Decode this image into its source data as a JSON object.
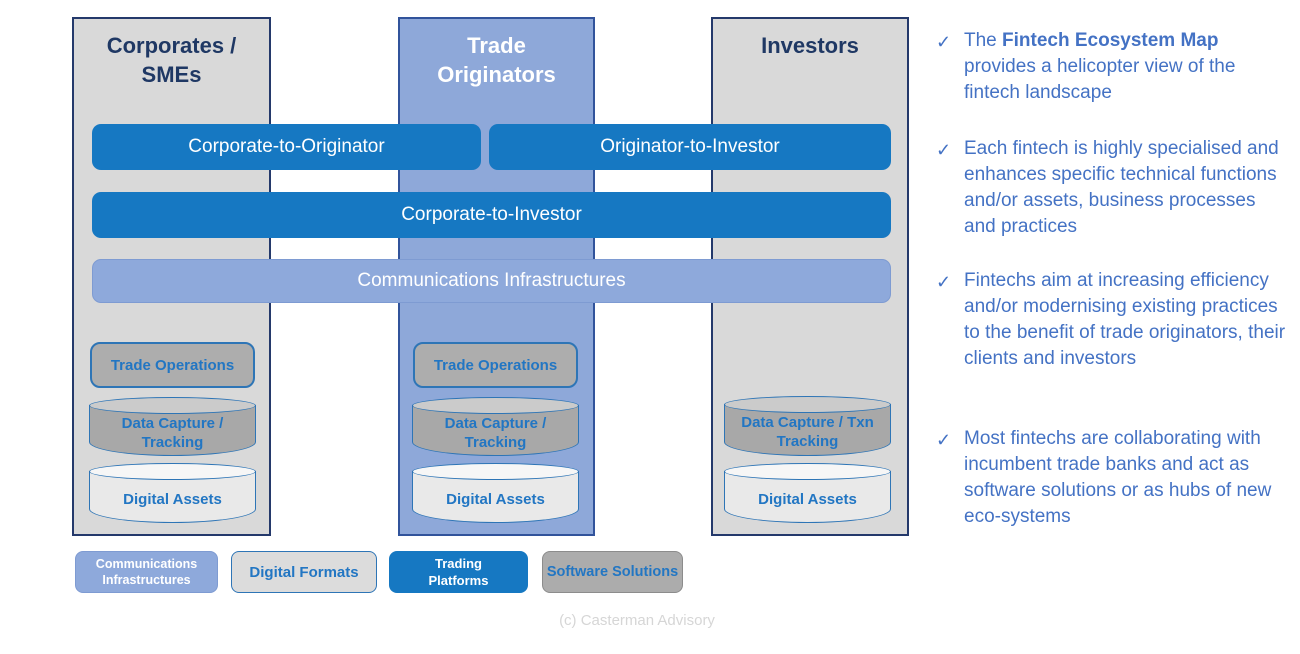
{
  "colors": {
    "dark_blue": "#1678C2",
    "light_blue": "#8EA9DB",
    "column_gray": "#D9D9D9",
    "box_gray": "#ADADAD",
    "navy_text": "#1F3864",
    "blue_text": "#2276C3",
    "bullet_blue": "#4472C4"
  },
  "diagram": {
    "columns": [
      {
        "title": "Corporates / SMEs"
      },
      {
        "title": "Trade Originators"
      },
      {
        "title": "Investors"
      }
    ],
    "bars": [
      {
        "label": "Corporate-to-Originator"
      },
      {
        "label": "Originator-to-Investor"
      },
      {
        "label": "Corporate-to-Investor"
      },
      {
        "label": "Communications Infrastructures"
      }
    ],
    "column_items": {
      "corporates": [
        "Trade Operations",
        "Data Capture / Tracking",
        "Digital Assets"
      ],
      "originators": [
        "Trade Operations",
        "Data Capture / Tracking",
        "Digital Assets"
      ],
      "investors": [
        "Data Capture / Txn Tracking",
        "Digital Assets"
      ]
    }
  },
  "legend": [
    {
      "label": "Communications Infrastructures"
    },
    {
      "label": "Digital Formats"
    },
    {
      "label": "Trading Platforms"
    },
    {
      "label": "Software Solutions"
    }
  ],
  "sidebar": {
    "check_glyph": "✓",
    "bullets": [
      {
        "prefix": "The ",
        "bold": "Fintech Ecosystem Map",
        "rest": " provides a helicopter view of the fintech landscape"
      },
      {
        "text": "Each fintech is highly specialised and enhances specific technical functions and/or assets, business processes and practices"
      },
      {
        "text": "Fintechs aim at increasing efficiency and/or modernising existing practices to the benefit of trade originators, their clients and investors"
      },
      {
        "text": "Most fintechs are collaborating with incumbent trade banks and act as software solutions or as hubs of new eco-systems"
      }
    ]
  },
  "footer": {
    "copyright": "(c) Casterman Advisory"
  }
}
